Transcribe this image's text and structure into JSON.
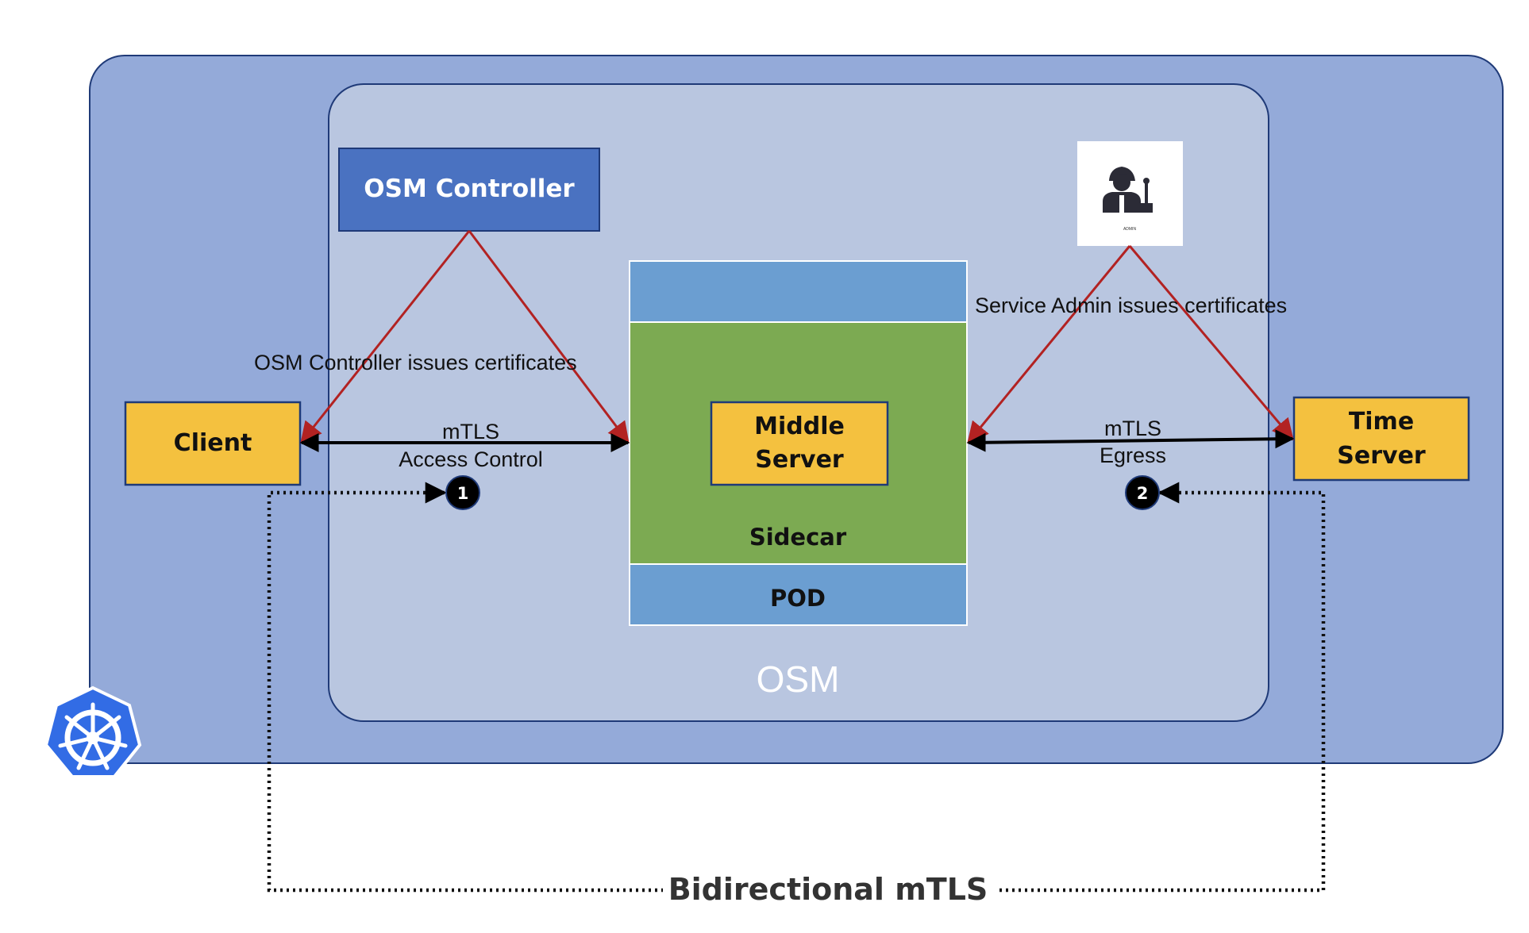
{
  "colors": {
    "cluster_fill": "#94aad9",
    "osm_fill": "#b9c6e0",
    "controller_fill": "#4a72c1",
    "pod_fill": "#6b9ed1",
    "sidecar_fill": "#7caa52",
    "service_fill": "#f4c13f",
    "cert_line": "#b22222",
    "connector": "#000000",
    "kubernetes_logo": "#326ce5"
  },
  "nodes": {
    "controller": "OSM Controller",
    "client": "Client",
    "middle_server_line1": "Middle",
    "middle_server_line2": "Server",
    "time_server_line1": "Time",
    "time_server_line2": "Server",
    "sidecar": "Sidecar",
    "pod": "POD",
    "osm": "OSM",
    "admin_caption": "ADMIN"
  },
  "labels": {
    "controller_issues": "OSM Controller issues certificates",
    "admin_issues": "Service Admin issues certificates",
    "mtls_left": "mTLS",
    "access_control": "Access Control",
    "mtls_right": "mTLS",
    "egress": "Egress",
    "badge_1": "1",
    "badge_2": "2",
    "bidirectional": "Bidirectional mTLS"
  },
  "icons": {
    "admin": "service-admin-icon",
    "kubernetes": "kubernetes-logo-icon"
  }
}
